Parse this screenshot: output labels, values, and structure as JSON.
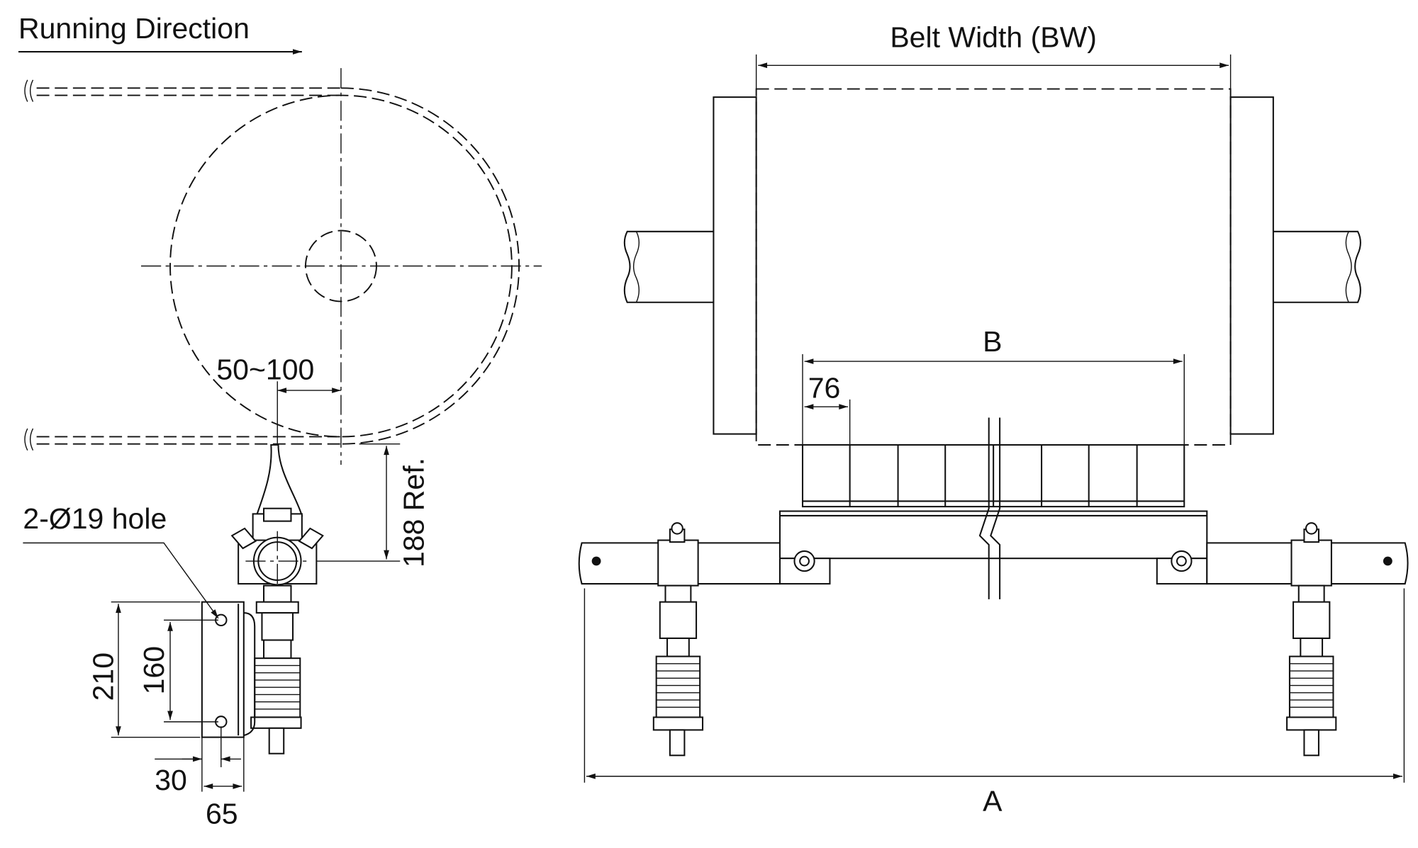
{
  "side_view": {
    "running_direction": "Running Direction",
    "offset_label": "50~100",
    "height_label": "188 Ref.",
    "hole_label": "2-Ø19 hole",
    "bracket_height": "210",
    "hole_spacing": "160",
    "hole_offset": "30",
    "bracket_width": "65"
  },
  "front_view": {
    "belt_width_label": "Belt Width (BW)",
    "blade_length_label": "B",
    "segment_width_label": "76",
    "overall_length_label": "A"
  }
}
